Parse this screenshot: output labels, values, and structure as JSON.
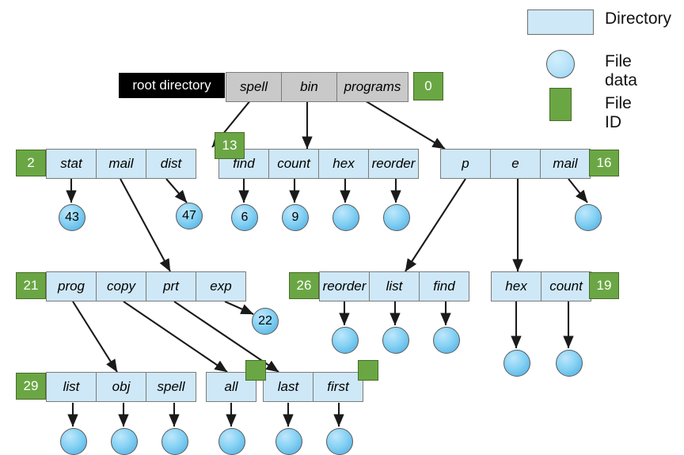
{
  "legend": {
    "items": [
      {
        "name": "directory",
        "label": "Directory",
        "shape": "rectangle",
        "color": "#cfe8f7"
      },
      {
        "name": "file-data",
        "label": "File data",
        "shape": "circle",
        "color": "#b6e2f8"
      },
      {
        "name": "file-id",
        "label": "File ID",
        "shape": "square",
        "color": "#6aa744"
      }
    ]
  },
  "root": {
    "label": "root directory",
    "entries": [
      "spell",
      "bin",
      "programs"
    ],
    "file_id": "0"
  },
  "directories": [
    {
      "name": "spell-dir",
      "file_id": "2",
      "id_side": "left",
      "entries": [
        "stat",
        "mail",
        "dist"
      ]
    },
    {
      "name": "bin-dir",
      "file_id": "13",
      "id_side": "top-left",
      "entries": [
        "find",
        "count",
        "hex",
        "reorder"
      ]
    },
    {
      "name": "programs-dir",
      "file_id": "16",
      "id_side": "right",
      "entries": [
        "p",
        "e",
        "mail"
      ]
    },
    {
      "name": "dist-dir",
      "file_id": "21",
      "id_side": "left",
      "entries": [
        "prog",
        "copy",
        "prt",
        "exp"
      ]
    },
    {
      "name": "p-dir",
      "file_id": "26",
      "id_side": "left",
      "entries": [
        "reorder",
        "list",
        "find"
      ]
    },
    {
      "name": "e-dir",
      "file_id": "19",
      "id_side": "right",
      "entries": [
        "hex",
        "count"
      ]
    },
    {
      "name": "prog-dir",
      "file_id": "29",
      "id_side": "left",
      "entries": [
        "list",
        "obj",
        "spell"
      ]
    },
    {
      "name": "copy-dir",
      "file_id": "",
      "id_side": "top-right",
      "entries": [
        "all"
      ]
    },
    {
      "name": "prt-dir",
      "file_id": "",
      "id_side": "top-right",
      "entries": [
        "last",
        "first"
      ]
    }
  ],
  "file_data_blocks": [
    {
      "name": "stat-data",
      "value": "43"
    },
    {
      "name": "dist-data",
      "value": "47"
    },
    {
      "name": "find-data",
      "value": "6"
    },
    {
      "name": "count-data",
      "value": "9"
    },
    {
      "name": "hex-data",
      "value": ""
    },
    {
      "name": "reorder-data",
      "value": ""
    },
    {
      "name": "mail-data",
      "value": ""
    },
    {
      "name": "exp-data",
      "value": "22"
    },
    {
      "name": "reorder2-data",
      "value": ""
    },
    {
      "name": "list-data",
      "value": ""
    },
    {
      "name": "find2-data",
      "value": ""
    },
    {
      "name": "hex2-data",
      "value": ""
    },
    {
      "name": "count2-data",
      "value": ""
    },
    {
      "name": "list3-data",
      "value": ""
    },
    {
      "name": "obj-data",
      "value": ""
    },
    {
      "name": "spell3-data",
      "value": ""
    },
    {
      "name": "all-data",
      "value": ""
    },
    {
      "name": "last-data",
      "value": ""
    },
    {
      "name": "first-data",
      "value": ""
    }
  ],
  "colors": {
    "directory": "#cfe8f7",
    "file_id": "#6aa744",
    "file_data": "#86d2f4",
    "root_cell": "#c9c9c9",
    "root_label_bg": "#000000",
    "border": "#7b7b7b"
  }
}
